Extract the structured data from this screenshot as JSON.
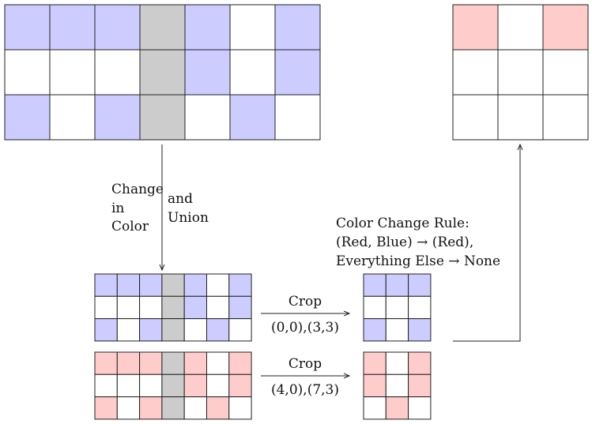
{
  "colors": {
    "blue": "#ccccff",
    "gray": "#cccccc",
    "red": "#ffcccc",
    "white": "#ffffff",
    "line": "#222222"
  },
  "grids": {
    "input": [
      [
        "B",
        "B",
        "B",
        "G",
        "B",
        "W",
        "B"
      ],
      [
        "W",
        "W",
        "W",
        "G",
        "B",
        "W",
        "B"
      ],
      [
        "B",
        "W",
        "B",
        "G",
        "W",
        "B",
        "W"
      ]
    ],
    "output": [
      [
        "R",
        "W",
        "R"
      ],
      [
        "W",
        "W",
        "W"
      ],
      [
        "W",
        "W",
        "W"
      ]
    ],
    "mid_blue": [
      [
        "B",
        "B",
        "B",
        "G",
        "B",
        "W",
        "B"
      ],
      [
        "W",
        "W",
        "W",
        "G",
        "B",
        "W",
        "B"
      ],
      [
        "B",
        "W",
        "B",
        "G",
        "W",
        "B",
        "W"
      ]
    ],
    "mid_red": [
      [
        "R",
        "R",
        "R",
        "G",
        "R",
        "W",
        "R"
      ],
      [
        "W",
        "W",
        "W",
        "G",
        "R",
        "W",
        "R"
      ],
      [
        "R",
        "W",
        "R",
        "G",
        "W",
        "R",
        "W"
      ]
    ],
    "crop_blue": [
      [
        "B",
        "B",
        "B"
      ],
      [
        "W",
        "W",
        "W"
      ],
      [
        "B",
        "W",
        "B"
      ]
    ],
    "crop_red": [
      [
        "R",
        "W",
        "R"
      ],
      [
        "R",
        "W",
        "R"
      ],
      [
        "W",
        "R",
        "W"
      ]
    ]
  },
  "labels": {
    "change_color": [
      "Change",
      "in",
      "Color"
    ],
    "and_union": [
      "and",
      "Union"
    ],
    "rule": [
      "Color Change Rule:",
      "(Red, Blue) → (Red),",
      "Everything Else → None"
    ],
    "crop1_top": "Crop",
    "crop1_bottom": "(0,0),(3,3)",
    "crop2_top": "Crop",
    "crop2_bottom": "(4,0),(7,3)"
  }
}
